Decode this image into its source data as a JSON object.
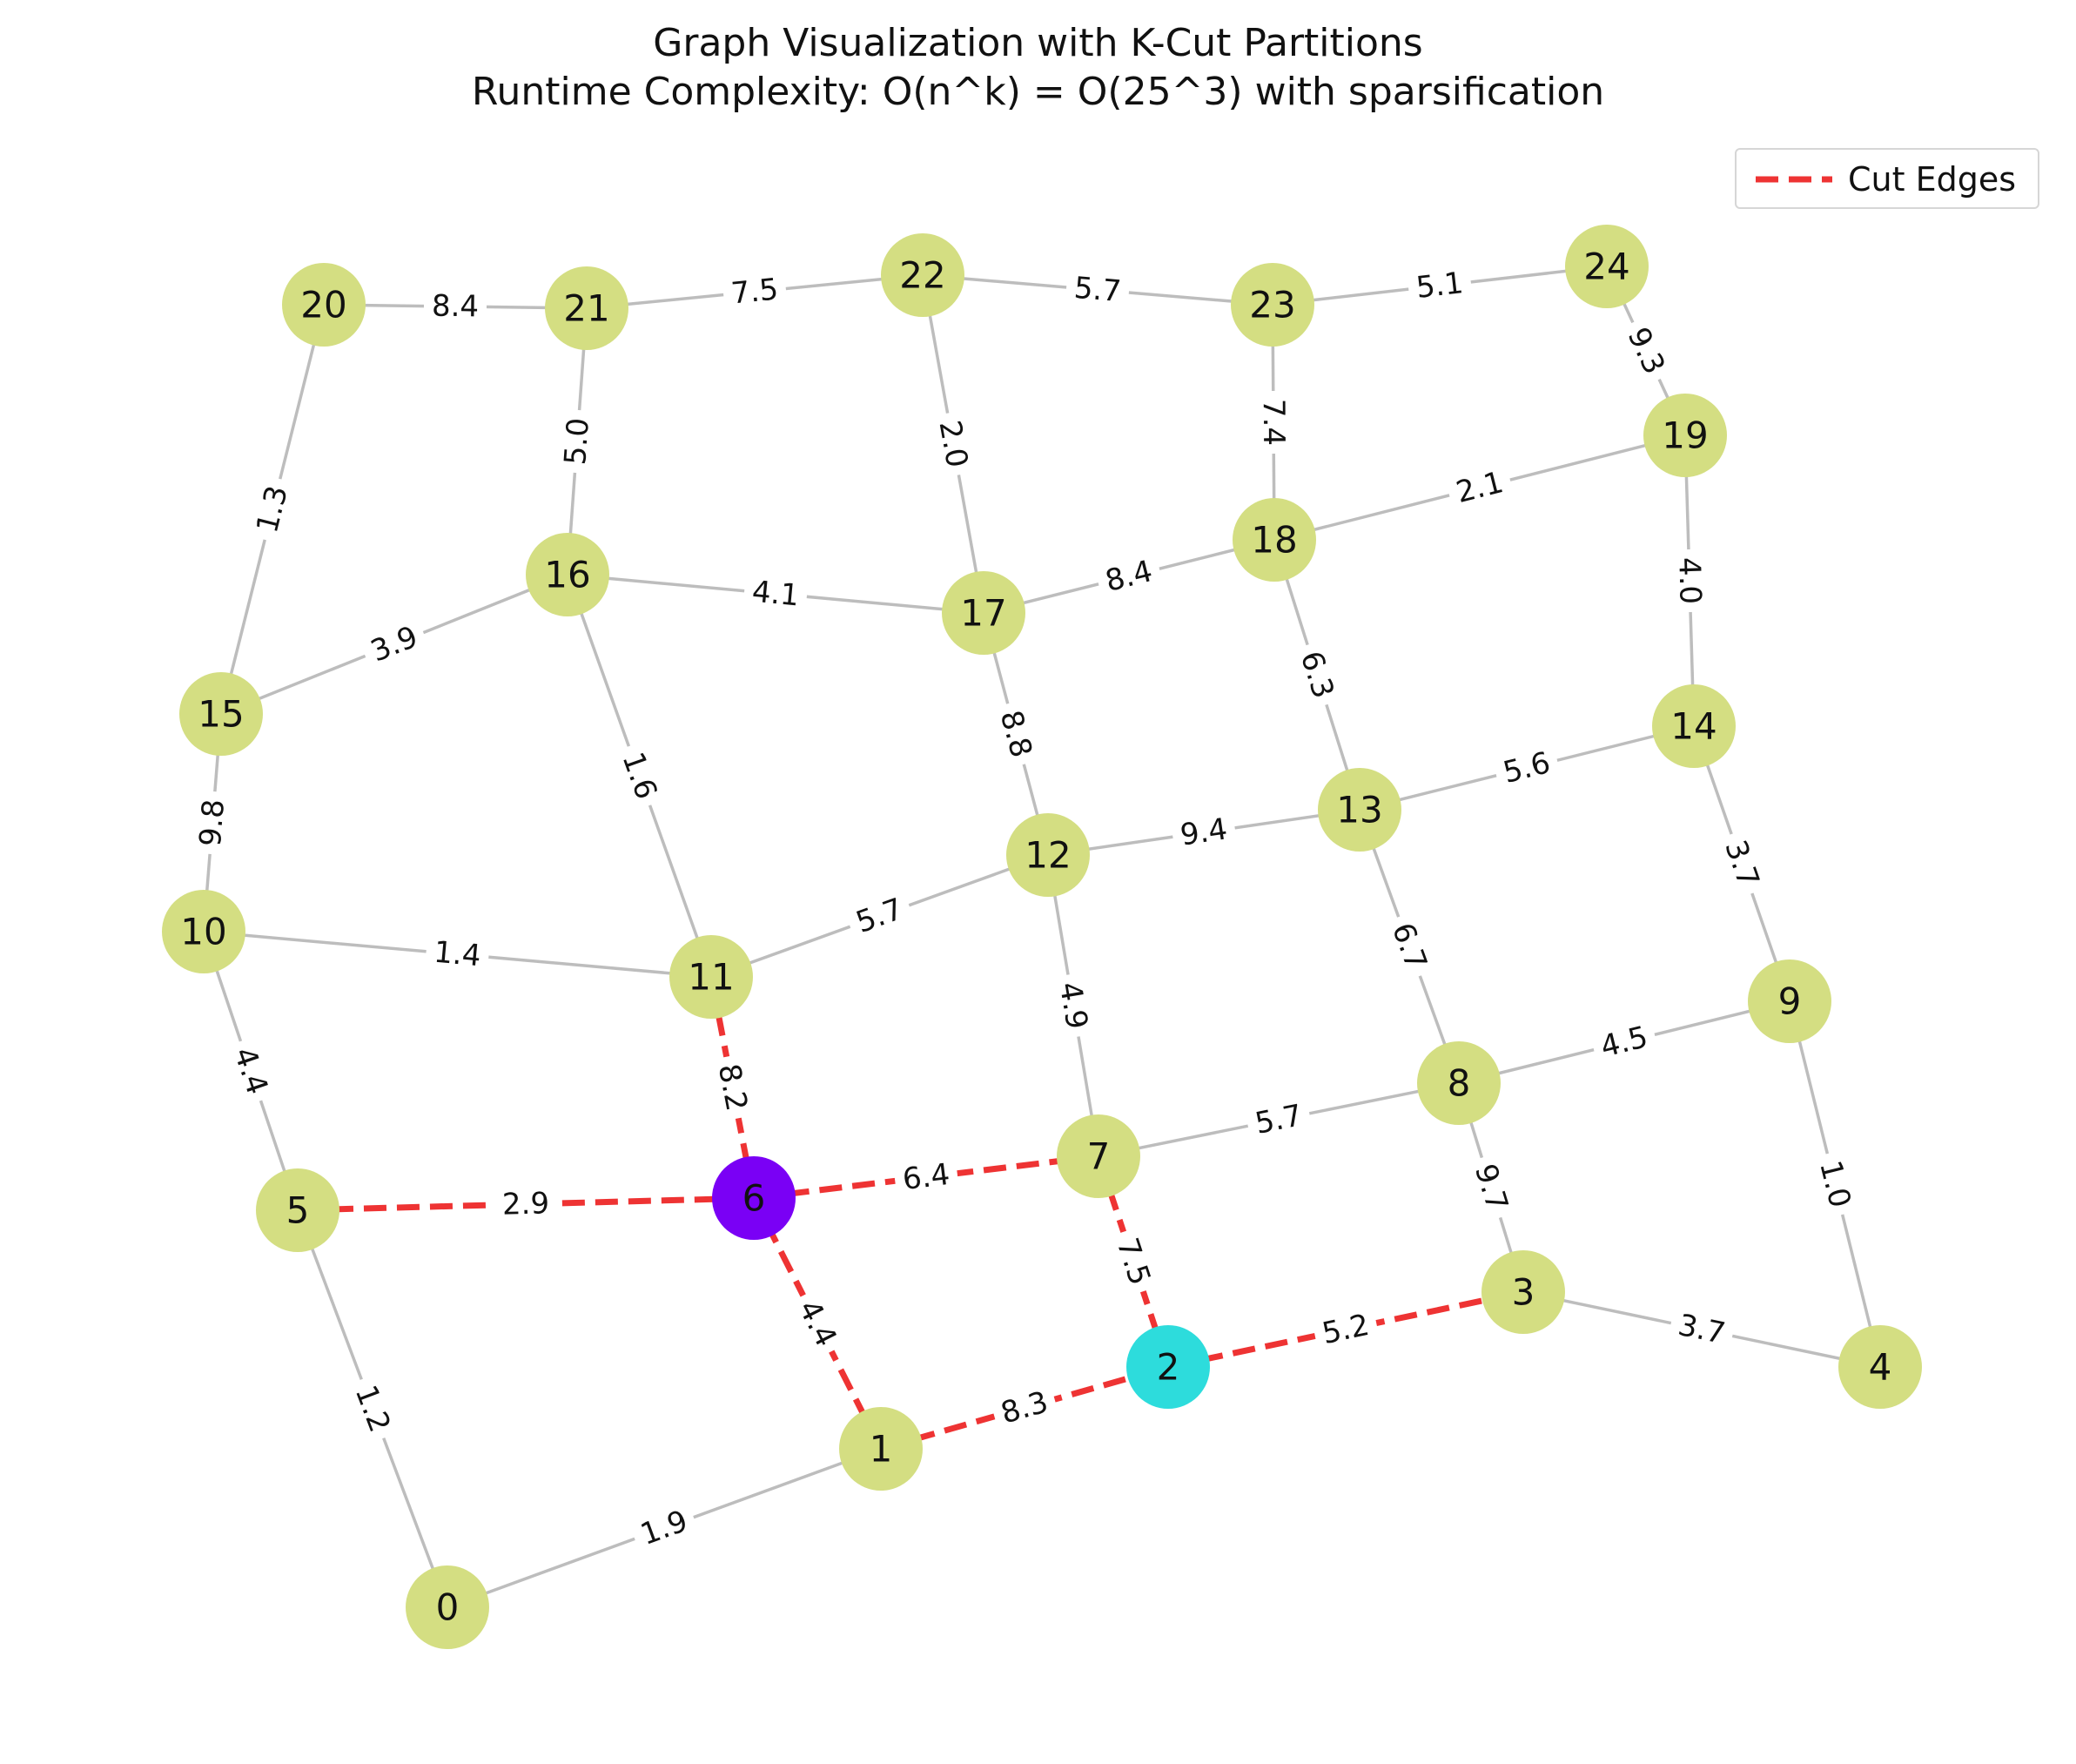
{
  "title": {
    "line1": "Graph Visualization with K-Cut Partitions",
    "line2": "Runtime Complexity: O(n^k) = O(25^3) with sparsification"
  },
  "legend": {
    "cut_edges_label": "Cut Edges"
  },
  "colors": {
    "default_node": "#d4de82",
    "partition_a_node": "#7a00f5",
    "partition_b_node": "#2ddcdc",
    "edge": "#bdbdbd",
    "cut_edge": "#ee3333",
    "text": "#111111"
  },
  "nodes": [
    {
      "id": "0",
      "group": "default"
    },
    {
      "id": "1",
      "group": "default"
    },
    {
      "id": "2",
      "group": "partition_b"
    },
    {
      "id": "3",
      "group": "default"
    },
    {
      "id": "4",
      "group": "default"
    },
    {
      "id": "5",
      "group": "default"
    },
    {
      "id": "6",
      "group": "partition_a"
    },
    {
      "id": "7",
      "group": "default"
    },
    {
      "id": "8",
      "group": "default"
    },
    {
      "id": "9",
      "group": "default"
    },
    {
      "id": "10",
      "group": "default"
    },
    {
      "id": "11",
      "group": "default"
    },
    {
      "id": "12",
      "group": "default"
    },
    {
      "id": "13",
      "group": "default"
    },
    {
      "id": "14",
      "group": "default"
    },
    {
      "id": "15",
      "group": "default"
    },
    {
      "id": "16",
      "group": "default"
    },
    {
      "id": "17",
      "group": "default"
    },
    {
      "id": "18",
      "group": "default"
    },
    {
      "id": "19",
      "group": "default"
    },
    {
      "id": "20",
      "group": "default"
    },
    {
      "id": "21",
      "group": "default"
    },
    {
      "id": "22",
      "group": "default"
    },
    {
      "id": "23",
      "group": "default"
    },
    {
      "id": "24",
      "group": "default"
    }
  ],
  "edges": [
    {
      "from": "0",
      "to": "1",
      "weight": "1.9",
      "cut": false
    },
    {
      "from": "0",
      "to": "5",
      "weight": "1.2",
      "cut": false
    },
    {
      "from": "1",
      "to": "2",
      "weight": "8.3",
      "cut": true
    },
    {
      "from": "1",
      "to": "6",
      "weight": "4.4",
      "cut": true
    },
    {
      "from": "2",
      "to": "3",
      "weight": "5.2",
      "cut": true
    },
    {
      "from": "2",
      "to": "7",
      "weight": "7.5",
      "cut": true
    },
    {
      "from": "3",
      "to": "4",
      "weight": "3.7",
      "cut": false
    },
    {
      "from": "3",
      "to": "8",
      "weight": "9.7",
      "cut": false
    },
    {
      "from": "4",
      "to": "9",
      "weight": "1.0",
      "cut": false
    },
    {
      "from": "5",
      "to": "6",
      "weight": "2.9",
      "cut": true
    },
    {
      "from": "5",
      "to": "10",
      "weight": "4.4",
      "cut": false
    },
    {
      "from": "6",
      "to": "7",
      "weight": "6.4",
      "cut": true
    },
    {
      "from": "6",
      "to": "11",
      "weight": "8.2",
      "cut": true
    },
    {
      "from": "7",
      "to": "8",
      "weight": "5.7",
      "cut": false
    },
    {
      "from": "7",
      "to": "12",
      "weight": "4.9",
      "cut": false
    },
    {
      "from": "8",
      "to": "9",
      "weight": "4.5",
      "cut": false
    },
    {
      "from": "8",
      "to": "13",
      "weight": "6.7",
      "cut": false
    },
    {
      "from": "9",
      "to": "14",
      "weight": "3.7",
      "cut": false
    },
    {
      "from": "10",
      "to": "11",
      "weight": "1.4",
      "cut": false
    },
    {
      "from": "10",
      "to": "15",
      "weight": "9.8",
      "cut": false
    },
    {
      "from": "11",
      "to": "12",
      "weight": "5.7",
      "cut": false
    },
    {
      "from": "11",
      "to": "16",
      "weight": "1.6",
      "cut": false
    },
    {
      "from": "12",
      "to": "13",
      "weight": "9.4",
      "cut": false
    },
    {
      "from": "12",
      "to": "17",
      "weight": "8.8",
      "cut": false
    },
    {
      "from": "13",
      "to": "14",
      "weight": "5.6",
      "cut": false
    },
    {
      "from": "13",
      "to": "18",
      "weight": "6.3",
      "cut": false
    },
    {
      "from": "14",
      "to": "19",
      "weight": "4.0",
      "cut": false
    },
    {
      "from": "15",
      "to": "16",
      "weight": "3.9",
      "cut": false
    },
    {
      "from": "15",
      "to": "20",
      "weight": "1.3",
      "cut": false
    },
    {
      "from": "16",
      "to": "17",
      "weight": "4.1",
      "cut": false
    },
    {
      "from": "16",
      "to": "21",
      "weight": "5.0",
      "cut": false
    },
    {
      "from": "17",
      "to": "18",
      "weight": "8.4",
      "cut": false
    },
    {
      "from": "17",
      "to": "22",
      "weight": "2.0",
      "cut": false
    },
    {
      "from": "18",
      "to": "19",
      "weight": "2.1",
      "cut": false
    },
    {
      "from": "18",
      "to": "23",
      "weight": "7.4",
      "cut": false
    },
    {
      "from": "19",
      "to": "24",
      "weight": "9.3",
      "cut": false
    },
    {
      "from": "20",
      "to": "21",
      "weight": "8.4",
      "cut": false
    },
    {
      "from": "21",
      "to": "22",
      "weight": "7.5",
      "cut": false
    },
    {
      "from": "22",
      "to": "23",
      "weight": "5.7",
      "cut": false
    },
    {
      "from": "23",
      "to": "24",
      "weight": "5.1",
      "cut": false
    }
  ]
}
